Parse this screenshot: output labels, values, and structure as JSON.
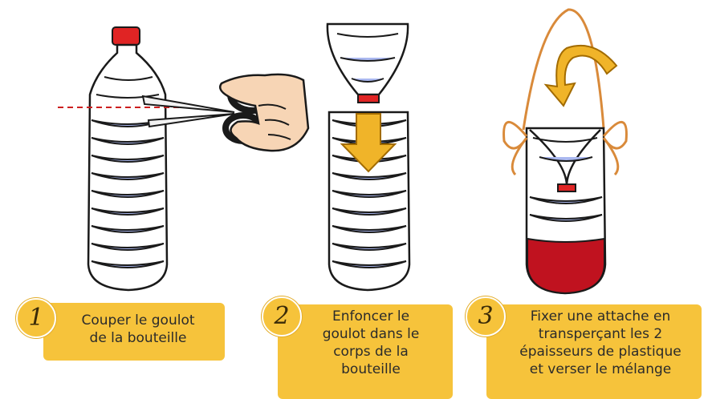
{
  "steps": [
    {
      "number": "1",
      "lines": [
        "Couper le goulot",
        "de la bouteille"
      ]
    },
    {
      "number": "2",
      "lines": [
        "Enfoncer le",
        "goulot dans le",
        "corps de la",
        "bouteille"
      ]
    },
    {
      "number": "3",
      "lines": [
        "Fixer une attache en",
        "transperçant les 2",
        "épaisseurs de plastique",
        "et verser le mélange"
      ]
    }
  ],
  "colors": {
    "label_background": "#f6c33b",
    "bottle_outline": "#1a1a1a",
    "bottle_blue": "#aab8f0",
    "cap_red": "#e02424",
    "cut_line": "#cc1f1f",
    "arrow_yellow": "#f0b429",
    "string_orange": "#d98a3a",
    "liquid_red": "#c0121f"
  },
  "icons": [
    "scissors-icon",
    "hand-icon",
    "down-arrow-icon",
    "curved-arrow-icon",
    "string-bow-icon"
  ]
}
